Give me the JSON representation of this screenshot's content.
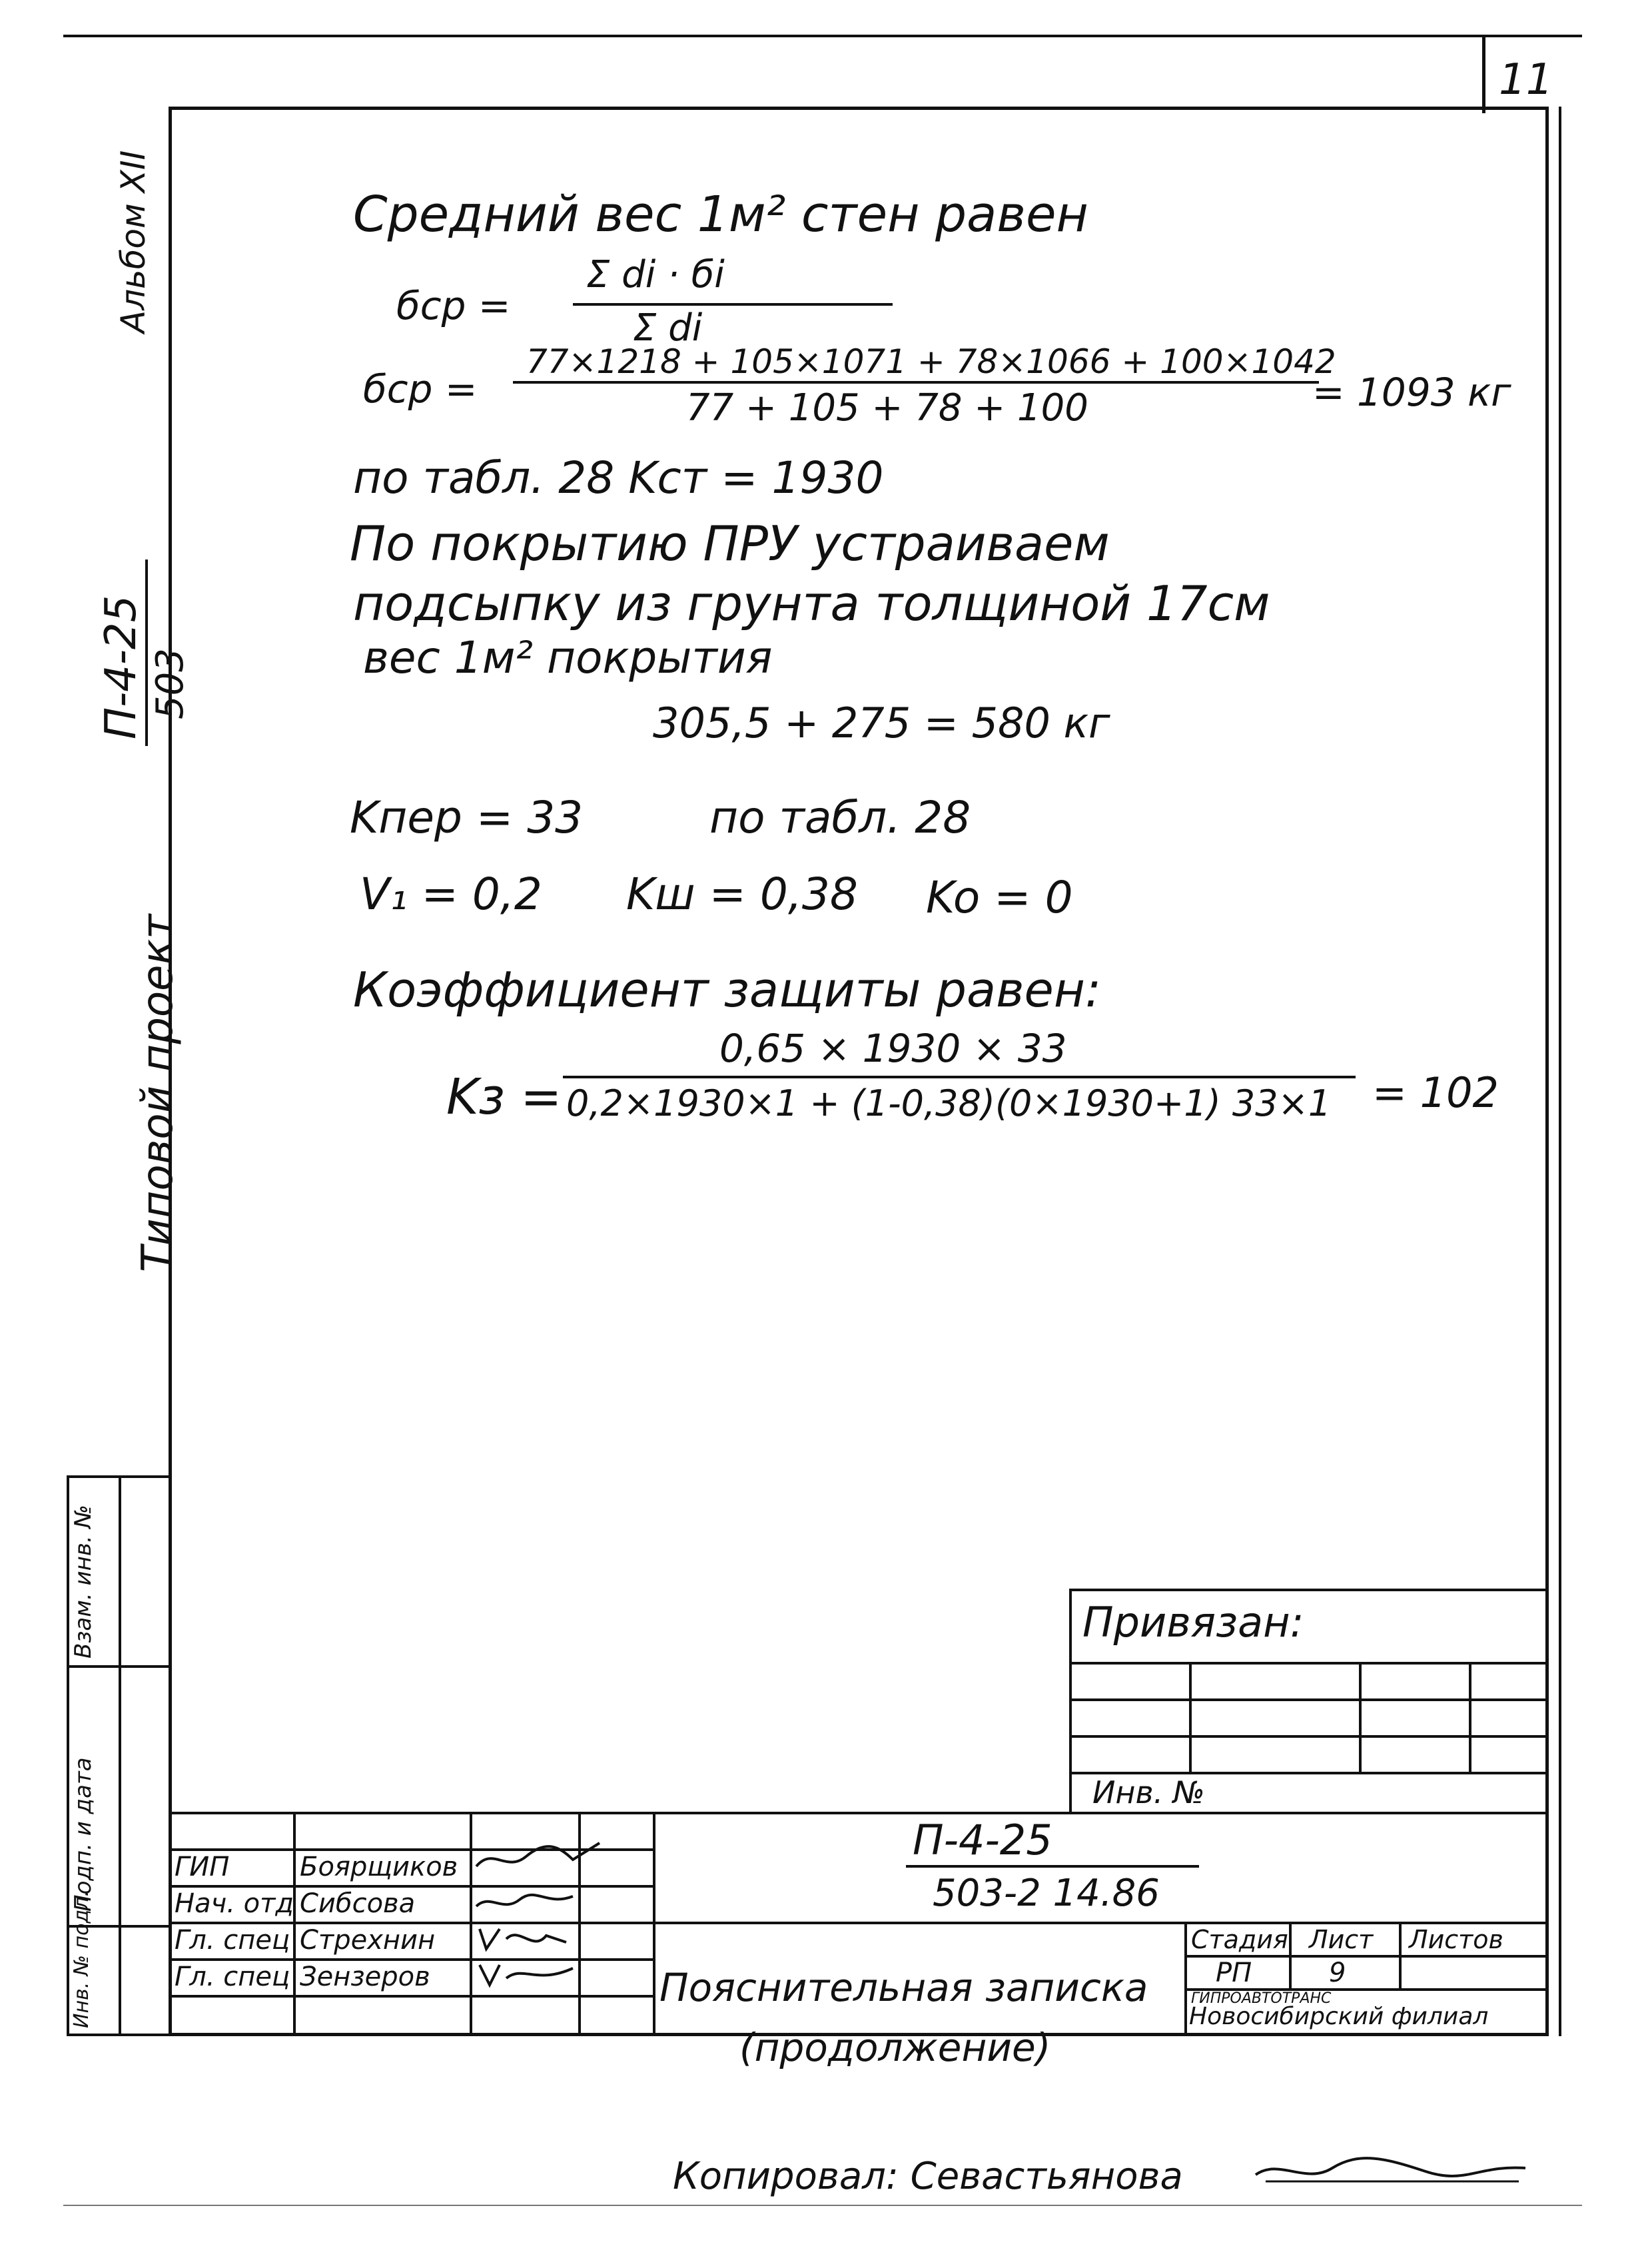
{
  "page_number": "11",
  "left_margin": {
    "album": "Альбом XII",
    "project_label": "Типовой проект",
    "project_code_top": "П-4-25",
    "project_code_bottom": "503",
    "stamp_labels": [
      "Подп. и дата",
      "Взам. инв. №",
      "Инв. № подл."
    ]
  },
  "body": {
    "line1": "Средний вес 1м² стен равен",
    "formula1_lhs": "бср =",
    "formula1_num": "Σ di · бi",
    "formula1_den": "Σ di",
    "formula2_lhs": "бср =",
    "formula2_num": "77×1218 + 105×1071 + 78×1066 + 100×1042",
    "formula2_den": "77 + 105 + 78 + 100",
    "formula2_result": "= 1093 кг",
    "line_kst": "по табл. 28   Kст = 1930",
    "line_pru1": "По покрытию ПРУ устраиваем",
    "line_pru2": "подсыпку из грунта толщиной 17см",
    "line_pru3": "вес 1м² покрытия",
    "line_sum": "305,5 + 275 = 580 кг",
    "line_kper": "Kпер = 33",
    "line_kper_ref": "по табл. 28",
    "line_v1": "V₁ = 0,2",
    "line_kw": "Kш = 0,38",
    "line_ko": "Ko = 0",
    "line_coef": "Коэффициент защиты равен:",
    "formula3_lhs": "Kз =",
    "formula3_num": "0,65 × 1930 × 33",
    "formula3_den": "0,2×1930×1 + (1-0,38)(0×1930+1) 33×1",
    "formula3_result": "= 102"
  },
  "privyazan": {
    "title": "Привязан:",
    "inv_label": "Инв. №"
  },
  "title_block": {
    "code_line1": "П-4-25",
    "code_line2": "503-2 14.86",
    "roles": [
      {
        "role": "ГИП",
        "name": "Боярщиков"
      },
      {
        "role": "Нач. отд",
        "name": "Сибсова"
      },
      {
        "role": "Гл. спец",
        "name": "Стрехнин"
      },
      {
        "role": "Гл. спец",
        "name": "Зензеров"
      }
    ],
    "doc_title1": "Пояснительная записка",
    "doc_title2": "(продолжение)",
    "stage_label": "Стадия",
    "sheet_label": "Лист",
    "sheets_label": "Листов",
    "stage_value": "РП",
    "sheet_value": "9",
    "sheets_value": "",
    "org1": "ГИПРОАВТОТРАНС",
    "org2": "Новосибирский филиал"
  },
  "footer": {
    "copied": "Копировал: Севастьянова"
  }
}
